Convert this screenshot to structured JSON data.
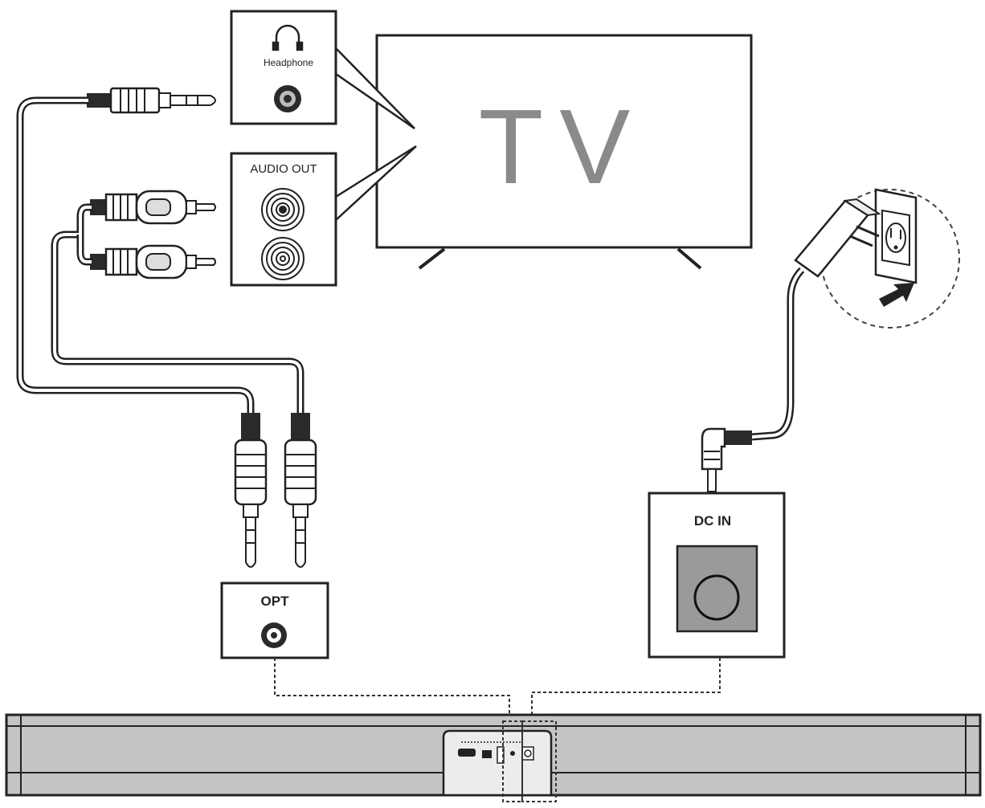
{
  "labels": {
    "tv": "TV",
    "headphone": "Headphone",
    "audio_out": "AUDIO  OUT",
    "opt": "OPT",
    "dc_in": "DC IN"
  },
  "colors": {
    "line": "#222222",
    "tv_text": "#8a8a8a",
    "dc_socket": "#9a9a9a",
    "soundbar_body": "#c4c4c4",
    "soundbar_panel": "#ececec"
  }
}
